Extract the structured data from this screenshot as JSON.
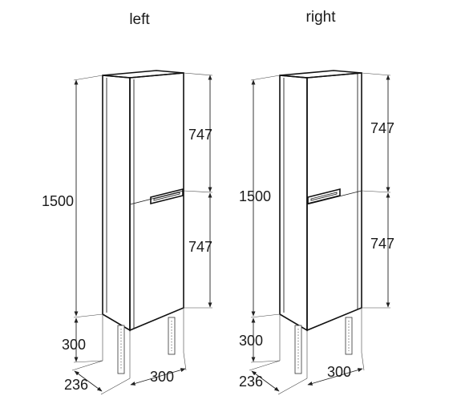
{
  "views": [
    {
      "id": "left",
      "label": "left",
      "dims": {
        "height_total": "1500",
        "door_upper": "747",
        "door_lower": "747",
        "legs": "300",
        "depth": "236",
        "width": "300"
      }
    },
    {
      "id": "right",
      "label": "right",
      "dims": {
        "height_total": "1500",
        "door_upper": "747",
        "door_lower": "747",
        "legs": "300",
        "depth": "236",
        "width": "300"
      }
    }
  ]
}
